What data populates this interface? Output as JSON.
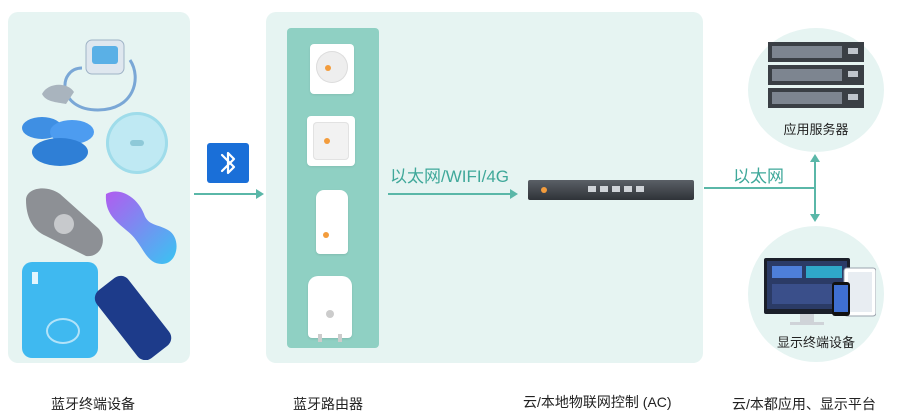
{
  "columns": {
    "terminals": {
      "caption": "蓝牙终端设备"
    },
    "routers": {
      "caption": "蓝牙路由器"
    },
    "controller": {
      "caption": "云/本地物联网控制 (AC)"
    },
    "platform": {
      "caption": "云/本都应用、显示平台"
    }
  },
  "links": {
    "uplink": "以太网/WIFI/4G",
    "ethernet": "以太网"
  },
  "nodes": {
    "server": {
      "label": "应用服务器"
    },
    "display": {
      "label": "显示终端设备"
    }
  },
  "icons": {
    "bluetooth": "bluetooth-icon"
  },
  "colors": {
    "panel": "#e6f4f2",
    "router_strip": "#8fd0c3",
    "arrow": "#5ab7a8",
    "bluetooth": "#1a6fd8",
    "accent_label": "#3fa89a"
  }
}
